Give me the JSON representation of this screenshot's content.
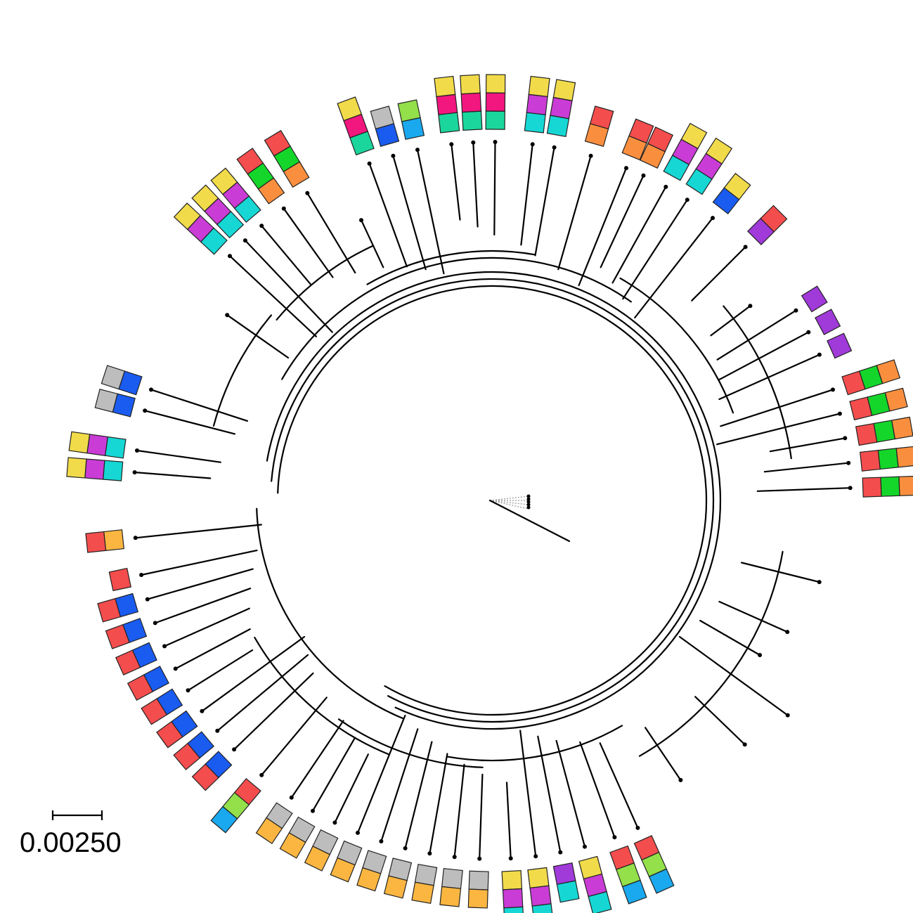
{
  "figure": {
    "type": "circular-phylogenetic-tree",
    "scale_bar": {
      "label": "0.00250"
    }
  },
  "colors": {
    "red": "#f44d4d",
    "orange": "#f98f3e",
    "yellow": "#f2db4a",
    "amber": "#fbb641",
    "green": "#14d62a",
    "lime": "#93e04a",
    "teal": "#16d7d4",
    "mint": "#1bd69c",
    "magenta": "#ca3cd6",
    "pink": "#f2167f",
    "purple": "#a03ad9",
    "blue": "#1a5bf0",
    "sky": "#1aa8ee",
    "gray": "#bdbdbd"
  },
  "tips": [
    {
      "angle": -68.0,
      "colors": [
        "orange",
        "red"
      ]
    },
    {
      "angle": -74.0,
      "colors": [
        "orange",
        "red"
      ]
    },
    {
      "angle": -80.0,
      "colors": [
        "teal",
        "magenta",
        "yellow"
      ]
    },
    {
      "angle": -83.5,
      "colors": [
        "teal",
        "magenta",
        "yellow"
      ]
    },
    {
      "angle": -89.5,
      "colors": [
        "mint",
        "pink",
        "yellow"
      ]
    },
    {
      "angle": -93.0,
      "colors": [
        "mint",
        "pink",
        "yellow"
      ]
    },
    {
      "angle": -96.5,
      "colors": [
        "mint",
        "pink",
        "yellow"
      ]
    },
    {
      "angle": -102.0,
      "colors": [
        "sky",
        "lime"
      ]
    },
    {
      "angle": -106.0,
      "colors": [
        "blue",
        "gray"
      ]
    },
    {
      "angle": -110.0,
      "colors": [
        "mint",
        "pink",
        "yellow"
      ]
    },
    {
      "angle": -115.0,
      "colors": []
    },
    {
      "angle": -121.0,
      "colors": [
        "orange",
        "green",
        "red"
      ]
    },
    {
      "angle": -125.5,
      "colors": [
        "orange",
        "green",
        "red"
      ]
    },
    {
      "angle": -130.0,
      "colors": [
        "teal",
        "magenta",
        "yellow"
      ]
    },
    {
      "angle": -133.5,
      "colors": [
        "teal",
        "magenta",
        "yellow"
      ]
    },
    {
      "angle": -137.0,
      "colors": [
        "teal",
        "magenta",
        "yellow"
      ]
    },
    {
      "angle": -145.0,
      "colors": []
    },
    {
      "angle": -162.0,
      "colors": [
        "blue",
        "gray"
      ]
    },
    {
      "angle": -165.5,
      "colors": [
        "blue",
        "gray"
      ]
    },
    {
      "angle": -172.0,
      "colors": [
        "teal",
        "magenta",
        "yellow"
      ]
    },
    {
      "angle": -175.5,
      "colors": [
        "teal",
        "magenta",
        "yellow"
      ]
    },
    {
      "angle": 174.0,
      "colors": [
        "amber",
        "red"
      ]
    },
    {
      "angle": 168.0,
      "colors": [
        "red"
      ]
    },
    {
      "angle": 164.0,
      "colors": [
        "blue",
        "red"
      ]
    },
    {
      "angle": 160.0,
      "colors": [
        "blue",
        "red"
      ]
    },
    {
      "angle": 156.0,
      "colors": [
        "blue",
        "red"
      ]
    },
    {
      "angle": 152.0,
      "colors": [
        "blue",
        "red"
      ]
    },
    {
      "angle": 148.0,
      "colors": [
        "blue",
        "red"
      ]
    },
    {
      "angle": 144.0,
      "colors": [
        "blue",
        "red"
      ]
    },
    {
      "angle": 140.0,
      "colors": [
        "blue",
        "red"
      ]
    },
    {
      "angle": 136.0,
      "colors": [
        "blue",
        "red"
      ]
    },
    {
      "angle": 130.0,
      "colors": [
        "red",
        "lime",
        "sky"
      ]
    },
    {
      "angle": 124.0,
      "colors": [
        "gray",
        "amber"
      ]
    },
    {
      "angle": 120.0,
      "colors": [
        "gray",
        "amber"
      ]
    },
    {
      "angle": 116.0,
      "colors": [
        "gray",
        "amber"
      ]
    },
    {
      "angle": 112.0,
      "colors": [
        "gray",
        "amber"
      ]
    },
    {
      "angle": 108.0,
      "colors": [
        "gray",
        "amber"
      ]
    },
    {
      "angle": 104.0,
      "colors": [
        "gray",
        "amber"
      ]
    },
    {
      "angle": 100.0,
      "colors": [
        "gray",
        "amber"
      ]
    },
    {
      "angle": 96.0,
      "colors": [
        "gray",
        "amber"
      ]
    },
    {
      "angle": 92.0,
      "colors": [
        "gray",
        "amber"
      ]
    },
    {
      "angle": 87.0,
      "colors": [
        "yellow",
        "magenta",
        "teal"
      ]
    },
    {
      "angle": 83.0,
      "colors": [
        "yellow",
        "magenta",
        "teal"
      ]
    },
    {
      "angle": 79.0,
      "colors": [
        "purple",
        "teal"
      ]
    },
    {
      "angle": 75.0,
      "colors": [
        "yellow",
        "magenta",
        "teal"
      ]
    },
    {
      "angle": 70.0,
      "colors": [
        "red",
        "lime",
        "sky"
      ]
    },
    {
      "angle": 66.0,
      "colors": [
        "red",
        "lime",
        "sky"
      ]
    },
    {
      "angle": 56.0,
      "colors": []
    },
    {
      "angle": 44.0,
      "colors": []
    },
    {
      "angle": 36.0,
      "colors": []
    },
    {
      "angle": 30.0,
      "colors": []
    },
    {
      "angle": 24.0,
      "colors": []
    },
    {
      "angle": 14.0,
      "colors": []
    },
    {
      "angle": -2.0,
      "colors": [
        "red",
        "green",
        "orange"
      ]
    },
    {
      "angle": -6.0,
      "colors": [
        "red",
        "green",
        "orange"
      ]
    },
    {
      "angle": -10.0,
      "colors": [
        "red",
        "green",
        "orange"
      ]
    },
    {
      "angle": -14.0,
      "colors": [
        "red",
        "green",
        "orange"
      ]
    },
    {
      "angle": -18.0,
      "colors": [
        "red",
        "green",
        "orange"
      ]
    },
    {
      "angle": -24.0,
      "colors": [
        "purple"
      ]
    },
    {
      "angle": -28.0,
      "colors": [
        "purple"
      ]
    },
    {
      "angle": -32.0,
      "colors": [
        "purple"
      ]
    },
    {
      "angle": -37.0,
      "colors": []
    },
    {
      "angle": -45.0,
      "colors": [
        "purple",
        "red"
      ]
    },
    {
      "angle": -52.0,
      "colors": [
        "blue",
        "yellow"
      ]
    },
    {
      "angle": -57.0,
      "colors": [
        "teal",
        "magenta",
        "yellow"
      ]
    },
    {
      "angle": -61.0,
      "colors": [
        "teal",
        "magenta",
        "yellow"
      ]
    },
    {
      "angle": -65.0,
      "colors": [
        "orange",
        "red"
      ]
    }
  ]
}
